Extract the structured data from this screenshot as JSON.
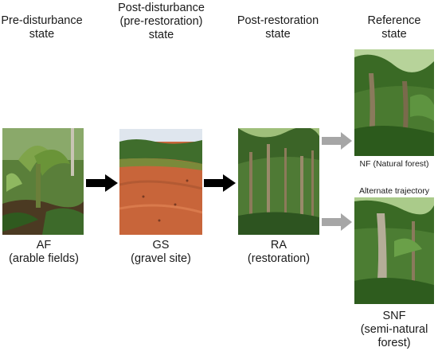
{
  "stages": [
    {
      "id": "pre",
      "title": "Pre-disturbance\nstate"
    },
    {
      "id": "post",
      "title": "Post-disturbance\n(pre-restoration)\nstate"
    },
    {
      "id": "postres",
      "title": "Post-restoration\nstate"
    },
    {
      "id": "ref",
      "title": "Reference\nstate"
    }
  ],
  "sites": {
    "af": {
      "code": "AF",
      "label": "AF\n(arable fields)"
    },
    "gs": {
      "code": "GS",
      "label": "GS\n(gravel site)"
    },
    "ra": {
      "code": "RA",
      "label": "RA\n(restoration)"
    },
    "nf": {
      "label": "NF (Natural forest)"
    },
    "snf": {
      "label": "SNF\n(semi-natural\nforest)"
    }
  },
  "alternate_label": "Alternate trajectory",
  "colors": {
    "black_arrow": "#000000",
    "gray_arrow": "#a6a6a6",
    "soil": "#c8653a",
    "foliage": "#3f6d2c"
  }
}
